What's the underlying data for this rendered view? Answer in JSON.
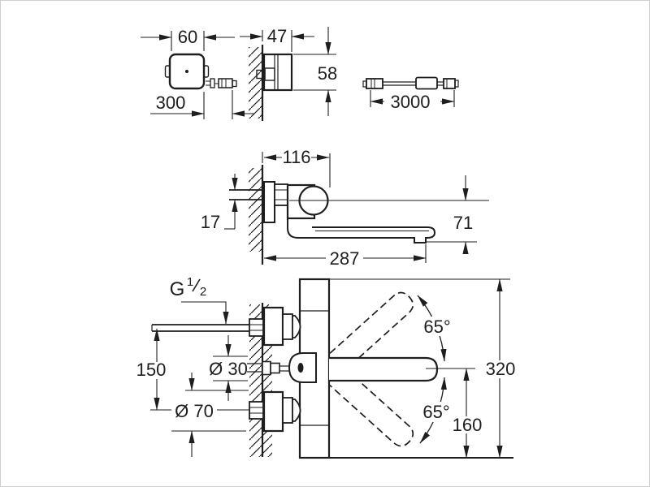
{
  "diagram": {
    "type": "technical-dimension-drawing",
    "subject": "wall-mounted sensor faucet with control box and extension cable",
    "units": "mm",
    "views": {
      "control_box_front": {
        "width": "60",
        "cable_length": "300"
      },
      "control_box_side": {
        "depth": "47",
        "height": "58"
      },
      "extension_cable": {
        "length": "3000"
      },
      "faucet_side": {
        "wall_to_body": "116",
        "inlet_offset": "17",
        "outlet_drop": "71",
        "spout_reach": "287"
      },
      "faucet_front": {
        "thread_label": "G",
        "thread_numerator": "1",
        "thread_denominator": "2",
        "inlet_spacing": "150",
        "sensor_hole_diameter": "Ø 30",
        "escutcheon_diameter": "Ø 70",
        "swivel_angle_up": "65°",
        "swivel_angle_down": "65°",
        "total_height": "320",
        "spout_center_to_bottom": "160"
      }
    },
    "colors": {
      "line": "#1e1e1e",
      "background": "#ffffff"
    }
  }
}
